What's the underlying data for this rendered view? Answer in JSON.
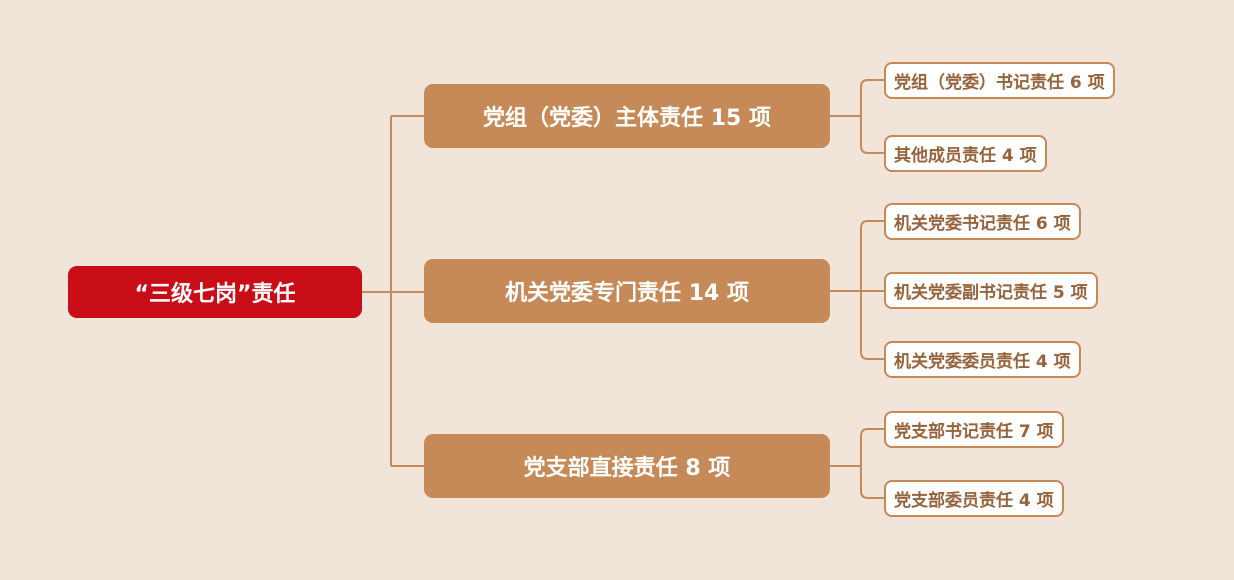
{
  "root": {
    "label": "“三级七岗”责任"
  },
  "branches": [
    {
      "label": "党组（党委）主体责任 15 项",
      "children": [
        "党组（党委）书记责任 6 项",
        "其他成员责任 4 项"
      ]
    },
    {
      "label": "机关党委专门责任 14 项",
      "children": [
        "机关党委书记责任 6 项",
        "机关党委副书记责任 5 项",
        "机关党委委员责任 4 项"
      ]
    },
    {
      "label": "党支部直接责任 8 项",
      "children": [
        "党支部书记责任 7 项",
        "党支部委员责任 4 项"
      ]
    }
  ],
  "colors": {
    "root": "#c80d16",
    "branch": "#c68a58",
    "leaf_text": "#96633a",
    "background": "#f1e4d8"
  }
}
